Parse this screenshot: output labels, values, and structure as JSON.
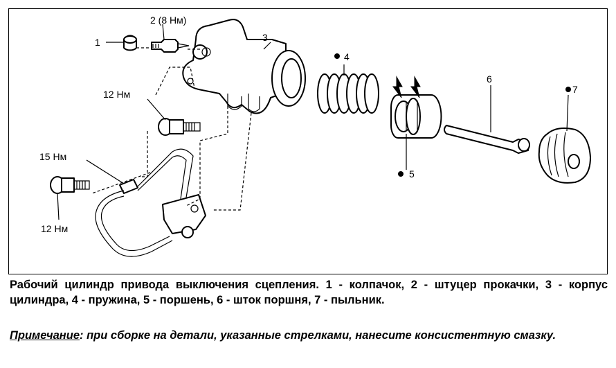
{
  "diagram": {
    "labels": {
      "part1": "1",
      "part2": "2 (8 Нм)",
      "part3": "3",
      "part4": "4",
      "part5": "5",
      "part6": "6",
      "part7": "7",
      "torque_a": "12 Нм",
      "torque_b": "15 Нм",
      "torque_c": "12 Нм"
    }
  },
  "caption": {
    "text": "Рабочий цилиндр привода выключения сцепления. 1 - колпачок, 2 - штуцер прокачки, 3 - корпус цилиндра, 4 - пружина, 5 - поршень, 6 - шток поршня, 7 - пыльник."
  },
  "note": {
    "label": "Примечание",
    "text": ": при сборке на детали, указанные стрелками, нанесите консистентную смазку."
  }
}
